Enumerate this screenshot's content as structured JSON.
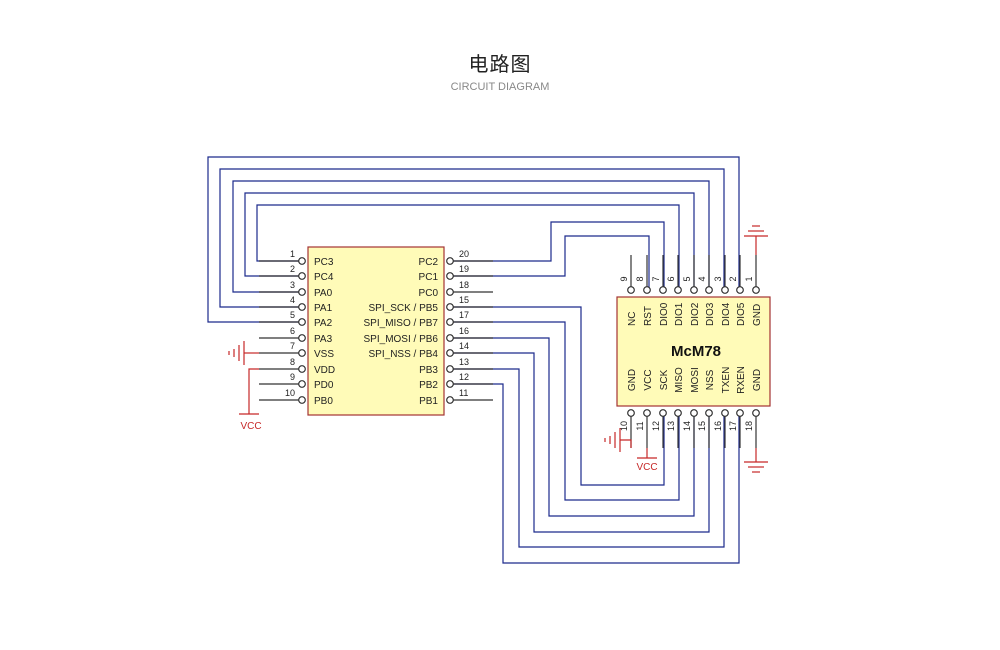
{
  "title": "电路图",
  "subtitle": "CIRCUIT DIAGRAM",
  "colors": {
    "wire": "#1c2a8c",
    "power": "#c62828",
    "chip_fill": "#fffbb8",
    "chip_border": "#a33333"
  },
  "mcu": {
    "left_pins": [
      {
        "num": "1",
        "label": "PC3"
      },
      {
        "num": "2",
        "label": "PC4"
      },
      {
        "num": "3",
        "label": "PA0"
      },
      {
        "num": "4",
        "label": "PA1"
      },
      {
        "num": "5",
        "label": "PA2"
      },
      {
        "num": "6",
        "label": "PA3"
      },
      {
        "num": "7",
        "label": "VSS"
      },
      {
        "num": "8",
        "label": "VDD"
      },
      {
        "num": "9",
        "label": "PD0"
      },
      {
        "num": "10",
        "label": "PB0"
      }
    ],
    "right_pins": [
      {
        "num": "20",
        "label": "PC2"
      },
      {
        "num": "19",
        "label": "PC1"
      },
      {
        "num": "18",
        "label": "PC0"
      },
      {
        "num": "15",
        "label": "SPI_SCK / PB5"
      },
      {
        "num": "17",
        "label": "SPI_MISO / PB7"
      },
      {
        "num": "16",
        "label": "SPI_MOSI / PB6"
      },
      {
        "num": "14",
        "label": "SPI_NSS / PB4"
      },
      {
        "num": "13",
        "label": "PB3"
      },
      {
        "num": "12",
        "label": "PB2"
      },
      {
        "num": "11",
        "label": "PB1"
      }
    ]
  },
  "module": {
    "name": "McM78",
    "top_pins": [
      {
        "num": "9",
        "label": "NC"
      },
      {
        "num": "8",
        "label": "RST"
      },
      {
        "num": "7",
        "label": "DIO0"
      },
      {
        "num": "6",
        "label": "DIO1"
      },
      {
        "num": "5",
        "label": "DIO2"
      },
      {
        "num": "4",
        "label": "DIO3"
      },
      {
        "num": "3",
        "label": "DIO4"
      },
      {
        "num": "2",
        "label": "DIO5"
      },
      {
        "num": "1",
        "label": "GND"
      }
    ],
    "bottom_pins": [
      {
        "num": "10",
        "label": "GND"
      },
      {
        "num": "11",
        "label": "VCC"
      },
      {
        "num": "12",
        "label": "SCK"
      },
      {
        "num": "13",
        "label": "MISO"
      },
      {
        "num": "14",
        "label": "MOSI"
      },
      {
        "num": "15",
        "label": "NSS"
      },
      {
        "num": "16",
        "label": "TXEN"
      },
      {
        "num": "17",
        "label": "RXEN"
      },
      {
        "num": "18",
        "label": "GND"
      }
    ]
  },
  "power_labels": {
    "mcu_vcc": "VCC",
    "module_vcc": "VCC"
  }
}
